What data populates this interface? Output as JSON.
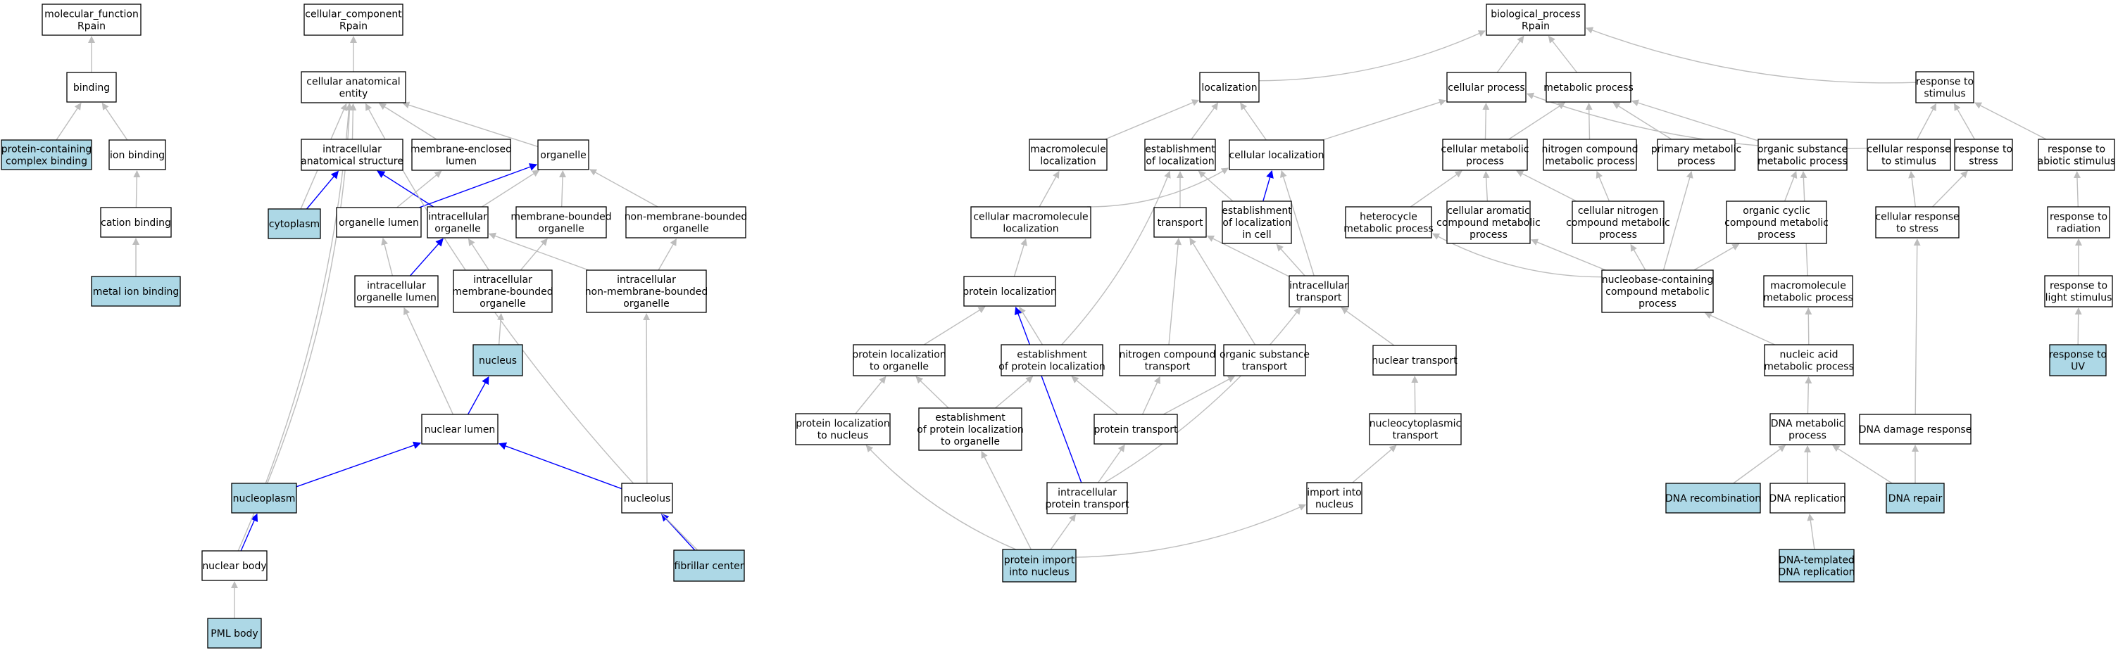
{
  "colors": {
    "default_fill": "#ffffff",
    "highlight_fill": "#add8e6",
    "edge_gray": "#bdbdbd",
    "edge_blue": "#0000ff"
  },
  "nodes": [
    {
      "id": "mf",
      "lines": [
        "molecular_function",
        "Rpain"
      ],
      "hl": false
    },
    {
      "id": "binding",
      "lines": [
        "binding"
      ],
      "hl": false
    },
    {
      "id": "pccb",
      "lines": [
        "protein-containing",
        "complex binding"
      ],
      "hl": true
    },
    {
      "id": "ionb",
      "lines": [
        "ion binding"
      ],
      "hl": false
    },
    {
      "id": "cationb",
      "lines": [
        "cation binding"
      ],
      "hl": false
    },
    {
      "id": "metalb",
      "lines": [
        "metal ion binding"
      ],
      "hl": true
    },
    {
      "id": "cc",
      "lines": [
        "cellular_component",
        "Rpain"
      ],
      "hl": false
    },
    {
      "id": "cae",
      "lines": [
        "cellular anatomical",
        "entity"
      ],
      "hl": false
    },
    {
      "id": "ias",
      "lines": [
        "intracellular",
        "anatomical structure"
      ],
      "hl": false
    },
    {
      "id": "mel",
      "lines": [
        "membrane-enclosed",
        "lumen"
      ],
      "hl": false
    },
    {
      "id": "organelle",
      "lines": [
        "organelle"
      ],
      "hl": false
    },
    {
      "id": "cytoplasm",
      "lines": [
        "cytoplasm"
      ],
      "hl": true
    },
    {
      "id": "orglumen",
      "lines": [
        "organelle lumen"
      ],
      "hl": false
    },
    {
      "id": "io",
      "lines": [
        "intracellular",
        "organelle"
      ],
      "hl": false
    },
    {
      "id": "mbo",
      "lines": [
        "membrane-bounded",
        "organelle"
      ],
      "hl": false
    },
    {
      "id": "nmbo",
      "lines": [
        "non-membrane-bounded",
        "organelle"
      ],
      "hl": false
    },
    {
      "id": "iol",
      "lines": [
        "intracellular",
        "organelle lumen"
      ],
      "hl": false
    },
    {
      "id": "imbo",
      "lines": [
        "intracellular",
        "membrane-bounded",
        "organelle"
      ],
      "hl": false
    },
    {
      "id": "inmbo",
      "lines": [
        "intracellular",
        "non-membrane-bounded",
        "organelle"
      ],
      "hl": false
    },
    {
      "id": "nucleus",
      "lines": [
        "nucleus"
      ],
      "hl": true
    },
    {
      "id": "nuclumen",
      "lines": [
        "nuclear lumen"
      ],
      "hl": false
    },
    {
      "id": "nucleoplasm",
      "lines": [
        "nucleoplasm"
      ],
      "hl": true
    },
    {
      "id": "nucleolus",
      "lines": [
        "nucleolus"
      ],
      "hl": false
    },
    {
      "id": "nucbody",
      "lines": [
        "nuclear body"
      ],
      "hl": false
    },
    {
      "id": "fibc",
      "lines": [
        "fibrillar center"
      ],
      "hl": true
    },
    {
      "id": "pml",
      "lines": [
        "PML body"
      ],
      "hl": true
    },
    {
      "id": "bp",
      "lines": [
        "biological_process",
        "Rpain"
      ],
      "hl": false
    },
    {
      "id": "loc",
      "lines": [
        "localization"
      ],
      "hl": false
    },
    {
      "id": "cellproc",
      "lines": [
        "cellular process"
      ],
      "hl": false
    },
    {
      "id": "metab",
      "lines": [
        "metabolic process"
      ],
      "hl": false
    },
    {
      "id": "rts",
      "lines": [
        "response to",
        "stimulus"
      ],
      "hl": false
    },
    {
      "id": "macroloc",
      "lines": [
        "macromolecule",
        "localization"
      ],
      "hl": false
    },
    {
      "id": "estloc",
      "lines": [
        "establishment",
        "of localization"
      ],
      "hl": false
    },
    {
      "id": "cellloc",
      "lines": [
        "cellular localization"
      ],
      "hl": false
    },
    {
      "id": "cmp",
      "lines": [
        "cellular metabolic",
        "process"
      ],
      "hl": false
    },
    {
      "id": "ncmp",
      "lines": [
        "nitrogen compound",
        "metabolic process"
      ],
      "hl": false
    },
    {
      "id": "pmp",
      "lines": [
        "primary metabolic",
        "process"
      ],
      "hl": false
    },
    {
      "id": "osmp",
      "lines": [
        "organic substance",
        "metabolic process"
      ],
      "hl": false
    },
    {
      "id": "crs",
      "lines": [
        "cellular response",
        "to stimulus"
      ],
      "hl": false
    },
    {
      "id": "rtstress",
      "lines": [
        "response to",
        "stress"
      ],
      "hl": false
    },
    {
      "id": "ras",
      "lines": [
        "response to",
        "abiotic stimulus"
      ],
      "hl": false
    },
    {
      "id": "cml",
      "lines": [
        "cellular macromolecule",
        "localization"
      ],
      "hl": false
    },
    {
      "id": "transport",
      "lines": [
        "transport"
      ],
      "hl": false
    },
    {
      "id": "elic",
      "lines": [
        "establishment",
        "of localization",
        "in cell"
      ],
      "hl": false
    },
    {
      "id": "hmp",
      "lines": [
        "heterocycle",
        "metabolic process"
      ],
      "hl": false
    },
    {
      "id": "cacmp",
      "lines": [
        "cellular aromatic",
        "compound metabolic",
        "process"
      ],
      "hl": false
    },
    {
      "id": "cncmp",
      "lines": [
        "cellular nitrogen",
        "compound metabolic",
        "process"
      ],
      "hl": false
    },
    {
      "id": "occmp",
      "lines": [
        "organic cyclic",
        "compound metabolic",
        "process"
      ],
      "hl": false
    },
    {
      "id": "crstress",
      "lines": [
        "cellular response",
        "to stress"
      ],
      "hl": false
    },
    {
      "id": "rtrad",
      "lines": [
        "response to",
        "radiation"
      ],
      "hl": false
    },
    {
      "id": "protloc",
      "lines": [
        "protein localization"
      ],
      "hl": false
    },
    {
      "id": "ict",
      "lines": [
        "intracellular",
        "transport"
      ],
      "hl": false
    },
    {
      "id": "nbccmp",
      "lines": [
        "nucleobase-containing",
        "compound metabolic",
        "process"
      ],
      "hl": false
    },
    {
      "id": "mmp",
      "lines": [
        "macromolecule",
        "metabolic process"
      ],
      "hl": false
    },
    {
      "id": "rtls",
      "lines": [
        "response to",
        "light stimulus"
      ],
      "hl": false
    },
    {
      "id": "plto",
      "lines": [
        "protein localization",
        "to organelle"
      ],
      "hl": false
    },
    {
      "id": "epl",
      "lines": [
        "establishment",
        "of protein localization"
      ],
      "hl": false
    },
    {
      "id": "nctrans",
      "lines": [
        "nitrogen compound",
        "transport"
      ],
      "hl": false
    },
    {
      "id": "ostrans",
      "lines": [
        "organic substance",
        "transport"
      ],
      "hl": false
    },
    {
      "id": "nuctrans",
      "lines": [
        "nuclear transport"
      ],
      "hl": false
    },
    {
      "id": "nampp",
      "lines": [
        "nucleic acid",
        "metabolic process"
      ],
      "hl": false
    },
    {
      "id": "rtuv",
      "lines": [
        "response to",
        "UV"
      ],
      "hl": true
    },
    {
      "id": "pltn",
      "lines": [
        "protein localization",
        "to nucleus"
      ],
      "hl": false
    },
    {
      "id": "eplto",
      "lines": [
        "establishment",
        "of protein localization",
        "to organelle"
      ],
      "hl": false
    },
    {
      "id": "prottrans",
      "lines": [
        "protein transport"
      ],
      "hl": false
    },
    {
      "id": "ncytrans",
      "lines": [
        "nucleocytoplasmic",
        "transport"
      ],
      "hl": false
    },
    {
      "id": "dnamp",
      "lines": [
        "DNA metabolic",
        "process"
      ],
      "hl": false
    },
    {
      "id": "dnadr",
      "lines": [
        "DNA damage response"
      ],
      "hl": false
    },
    {
      "id": "iptrans",
      "lines": [
        "intracellular",
        "protein transport"
      ],
      "hl": false
    },
    {
      "id": "impnuc",
      "lines": [
        "import into",
        "nucleus"
      ],
      "hl": false
    },
    {
      "id": "dnarec",
      "lines": [
        "DNA recombination"
      ],
      "hl": true
    },
    {
      "id": "dnarep",
      "lines": [
        "DNA replication"
      ],
      "hl": false
    },
    {
      "id": "dnarepair",
      "lines": [
        "DNA repair"
      ],
      "hl": true
    },
    {
      "id": "pin",
      "lines": [
        "protein import",
        "into nucleus"
      ],
      "hl": true
    },
    {
      "id": "dtdr",
      "lines": [
        "DNA-templated",
        "DNA replication"
      ],
      "hl": true
    }
  ],
  "edges": [
    {
      "from": "binding",
      "to": "mf",
      "hl": false
    },
    {
      "from": "pccb",
      "to": "binding",
      "hl": false
    },
    {
      "from": "ionb",
      "to": "binding",
      "hl": false
    },
    {
      "from": "cationb",
      "to": "ionb",
      "hl": false
    },
    {
      "from": "metalb",
      "to": "cationb",
      "hl": false
    },
    {
      "from": "cae",
      "to": "cc",
      "hl": false
    },
    {
      "from": "ias",
      "to": "cae",
      "hl": false
    },
    {
      "from": "mel",
      "to": "cae",
      "hl": false
    },
    {
      "from": "organelle",
      "to": "cae",
      "hl": false
    },
    {
      "from": "cytoplasm",
      "to": "cae",
      "hl": false
    },
    {
      "from": "cytoplasm",
      "to": "ias",
      "hl": true
    },
    {
      "from": "orglumen",
      "to": "mel",
      "hl": false
    },
    {
      "from": "orglumen",
      "to": "organelle",
      "hl": true
    },
    {
      "from": "io",
      "to": "ias",
      "hl": true
    },
    {
      "from": "io",
      "to": "organelle",
      "hl": false
    },
    {
      "from": "mbo",
      "to": "organelle",
      "hl": false
    },
    {
      "from": "nmbo",
      "to": "organelle",
      "hl": false
    },
    {
      "from": "iol",
      "to": "orglumen",
      "hl": false
    },
    {
      "from": "iol",
      "to": "io",
      "hl": true
    },
    {
      "from": "imbo",
      "to": "io",
      "hl": false
    },
    {
      "from": "imbo",
      "to": "mbo",
      "hl": false
    },
    {
      "from": "inmbo",
      "to": "io",
      "hl": false
    },
    {
      "from": "inmbo",
      "to": "nmbo",
      "hl": false
    },
    {
      "from": "nucleus",
      "to": "imbo",
      "hl": false
    },
    {
      "from": "nuclumen",
      "to": "iol",
      "hl": false
    },
    {
      "from": "nuclumen",
      "to": "nucleus",
      "hl": true
    },
    {
      "from": "nucleoplasm",
      "to": "nuclumen",
      "hl": true
    },
    {
      "from": "nucleoplasm",
      "to": "cae",
      "hl": false
    },
    {
      "from": "nucleolus",
      "to": "nuclumen",
      "hl": true
    },
    {
      "from": "nucleolus",
      "to": "inmbo",
      "hl": false
    },
    {
      "from": "nucbody",
      "to": "nucleoplasm",
      "hl": true
    },
    {
      "from": "nucbody",
      "to": "cae",
      "hl": false
    },
    {
      "from": "fibc",
      "to": "nucleolus",
      "hl": true
    },
    {
      "from": "fibc",
      "to": "cae",
      "hl": false
    },
    {
      "from": "pml",
      "to": "nucbody",
      "hl": false
    },
    {
      "from": "loc",
      "to": "bp",
      "hl": false
    },
    {
      "from": "cellproc",
      "to": "bp",
      "hl": false
    },
    {
      "from": "metab",
      "to": "bp",
      "hl": false
    },
    {
      "from": "rts",
      "to": "bp",
      "hl": false
    },
    {
      "from": "macroloc",
      "to": "loc",
      "hl": false
    },
    {
      "from": "estloc",
      "to": "loc",
      "hl": false
    },
    {
      "from": "cellloc",
      "to": "loc",
      "hl": false
    },
    {
      "from": "cellloc",
      "to": "cellproc",
      "hl": false
    },
    {
      "from": "cmp",
      "to": "cellproc",
      "hl": false
    },
    {
      "from": "cmp",
      "to": "metab",
      "hl": false
    },
    {
      "from": "ncmp",
      "to": "metab",
      "hl": false
    },
    {
      "from": "pmp",
      "to": "metab",
      "hl": false
    },
    {
      "from": "osmp",
      "to": "metab",
      "hl": false
    },
    {
      "from": "crs",
      "to": "cellproc",
      "hl": false
    },
    {
      "from": "crs",
      "to": "rts",
      "hl": false
    },
    {
      "from": "rtstress",
      "to": "rts",
      "hl": false
    },
    {
      "from": "ras",
      "to": "rts",
      "hl": false
    },
    {
      "from": "cml",
      "to": "macroloc",
      "hl": false
    },
    {
      "from": "cml",
      "to": "cellloc",
      "hl": false
    },
    {
      "from": "transport",
      "to": "estloc",
      "hl": false
    },
    {
      "from": "elic",
      "to": "estloc",
      "hl": false
    },
    {
      "from": "elic",
      "to": "cellloc",
      "hl": true
    },
    {
      "from": "hmp",
      "to": "cmp",
      "hl": false
    },
    {
      "from": "cacmp",
      "to": "cmp",
      "hl": false
    },
    {
      "from": "cncmp",
      "to": "cmp",
      "hl": false
    },
    {
      "from": "cncmp",
      "to": "ncmp",
      "hl": false
    },
    {
      "from": "occmp",
      "to": "osmp",
      "hl": false
    },
    {
      "from": "crstress",
      "to": "crs",
      "hl": false
    },
    {
      "from": "crstress",
      "to": "rtstress",
      "hl": false
    },
    {
      "from": "rtrad",
      "to": "ras",
      "hl": false
    },
    {
      "from": "protloc",
      "to": "cml",
      "hl": false
    },
    {
      "from": "ict",
      "to": "transport",
      "hl": false
    },
    {
      "from": "ict",
      "to": "elic",
      "hl": false
    },
    {
      "from": "ict",
      "to": "cellloc",
      "hl": false
    },
    {
      "from": "nbccmp",
      "to": "hmp",
      "hl": false
    },
    {
      "from": "nbccmp",
      "to": "cacmp",
      "hl": false
    },
    {
      "from": "nbccmp",
      "to": "cncmp",
      "hl": false
    },
    {
      "from": "nbccmp",
      "to": "pmp",
      "hl": false
    },
    {
      "from": "nbccmp",
      "to": "occmp",
      "hl": false
    },
    {
      "from": "mmp",
      "to": "osmp",
      "hl": false
    },
    {
      "from": "rtls",
      "to": "rtrad",
      "hl": false
    },
    {
      "from": "plto",
      "to": "protloc",
      "hl": false
    },
    {
      "from": "epl",
      "to": "protloc",
      "hl": false
    },
    {
      "from": "epl",
      "to": "estloc",
      "hl": false
    },
    {
      "from": "nctrans",
      "to": "transport",
      "hl": false
    },
    {
      "from": "ostrans",
      "to": "transport",
      "hl": false
    },
    {
      "from": "nuctrans",
      "to": "ict",
      "hl": false
    },
    {
      "from": "nampp",
      "to": "nbccmp",
      "hl": false
    },
    {
      "from": "nampp",
      "to": "mmp",
      "hl": false
    },
    {
      "from": "rtuv",
      "to": "rtls",
      "hl": false
    },
    {
      "from": "pltn",
      "to": "plto",
      "hl": false
    },
    {
      "from": "eplto",
      "to": "epl",
      "hl": false
    },
    {
      "from": "eplto",
      "to": "plto",
      "hl": false
    },
    {
      "from": "prottrans",
      "to": "epl",
      "hl": false
    },
    {
      "from": "prottrans",
      "to": "nctrans",
      "hl": false
    },
    {
      "from": "prottrans",
      "to": "ostrans",
      "hl": false
    },
    {
      "from": "ncytrans",
      "to": "nuctrans",
      "hl": false
    },
    {
      "from": "dnamp",
      "to": "nampp",
      "hl": false
    },
    {
      "from": "dnadr",
      "to": "crstress",
      "hl": false
    },
    {
      "from": "iptrans",
      "to": "prottrans",
      "hl": false
    },
    {
      "from": "iptrans",
      "to": "ict",
      "hl": false
    },
    {
      "from": "iptrans",
      "to": "protloc",
      "hl": true
    },
    {
      "from": "impnuc",
      "to": "ncytrans",
      "hl": false
    },
    {
      "from": "dnarec",
      "to": "dnamp",
      "hl": false
    },
    {
      "from": "dnarep",
      "to": "dnamp",
      "hl": false
    },
    {
      "from": "dnarepair",
      "to": "dnamp",
      "hl": false
    },
    {
      "from": "dnarepair",
      "to": "dnadr",
      "hl": false
    },
    {
      "from": "pin",
      "to": "iptrans",
      "hl": false
    },
    {
      "from": "pin",
      "to": "eplto",
      "hl": false
    },
    {
      "from": "pin",
      "to": "pltn",
      "hl": false
    },
    {
      "from": "pin",
      "to": "impnuc",
      "hl": false
    },
    {
      "from": "dtdr",
      "to": "dnarep",
      "hl": false
    }
  ]
}
